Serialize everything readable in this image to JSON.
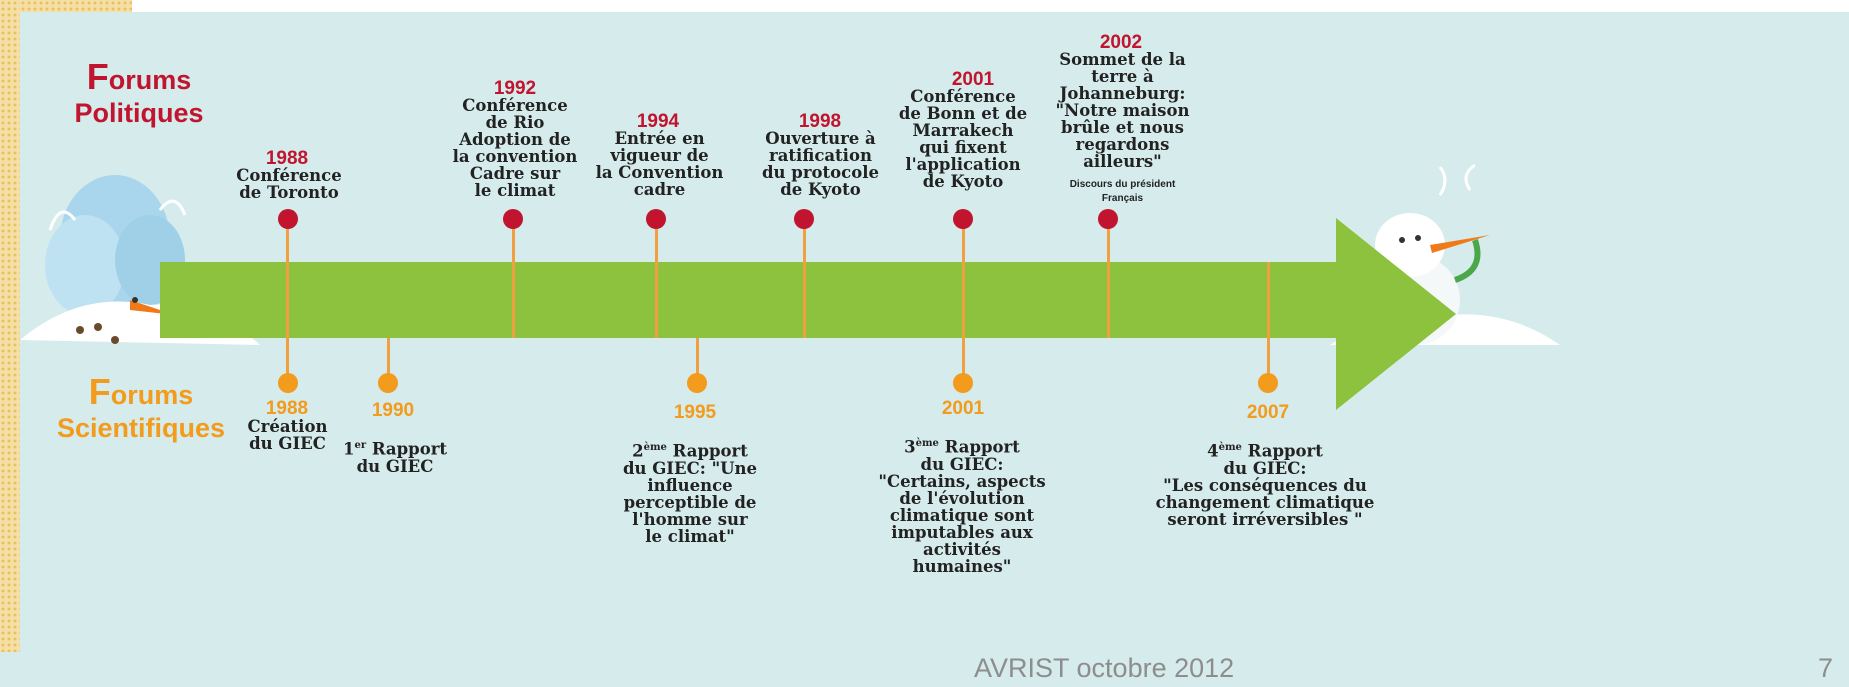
{
  "labels": {
    "politiques_line1_initial": "F",
    "politiques_line1_rest": "orums",
    "politiques_line2": "Politiques",
    "scientifiques_line1_initial": "F",
    "scientifiques_line1_rest": "orums",
    "scientifiques_line2": "Scientifiques"
  },
  "political_events": [
    {
      "year": "1988",
      "text": "Conférence\nde Toronto"
    },
    {
      "year": "1992",
      "text": "Conférence\nde Rio\nAdoption de\nla convention\nCadre sur\nle climat"
    },
    {
      "year": "1994",
      "text": "Entrée en\nvigueur de\nla Convention\ncadre"
    },
    {
      "year": "1998",
      "text": "Ouverture à\nratification\ndu protocole\nde Kyoto"
    },
    {
      "year": "2001",
      "text": "Conférence\nde Bonn et de\nMarrakech\nqui fixent\nl'application\nde Kyoto"
    },
    {
      "year": "2002",
      "text": "Sommet de la\nterre à\nJohanneburg:\n\"Notre maison\nbrûle et nous\nregardons\nailleurs\"",
      "note_line1": "Discours du président",
      "note_line2": "Français"
    }
  ],
  "scientific_events": [
    {
      "year": "1988",
      "text": "Création\ndu GIEC"
    },
    {
      "year": "1990",
      "sup": "er",
      "prefix": "1",
      "text_rest": "Rapport",
      "text2": "du GIEC"
    },
    {
      "year": "1995",
      "prefix": "2",
      "sup": "ème",
      "text_rest": "Rapport",
      "text2": "du GIEC: \"Une\ninfluence\nperceptible de\nl'homme sur\nle climat\""
    },
    {
      "year": "2001",
      "prefix": "3",
      "sup": "ème",
      "text_rest": "Rapport",
      "text2": "du GIEC:\n\"Certains, aspects\nde l'évolution\nclimatique sont\nimputables aux\nactivités\nhumaines\""
    },
    {
      "year": "2007",
      "prefix": "4",
      "sup": "ème",
      "text_rest": "Rapport",
      "text2": "du GIEC:\n\"Les conséquences du\nchangement climatique\nseront irréversibles \""
    }
  ],
  "footer": {
    "text": "AVRIST octobre 2012",
    "page": "7"
  },
  "colors": {
    "political": "#c0142f",
    "scientific": "#f29b1c",
    "bar": "#8cc23d",
    "panel": "#d6ebeb"
  },
  "icons": [
    "melting-snowman-icon",
    "snowman-icon",
    "frozen-tree-icon"
  ]
}
